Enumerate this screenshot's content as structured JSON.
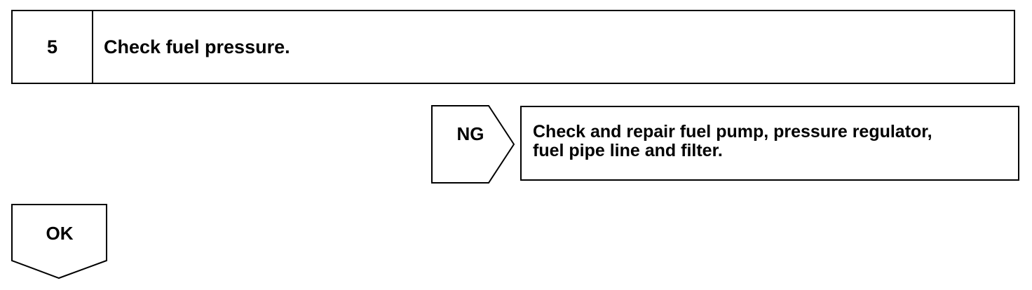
{
  "step": {
    "number": "5",
    "title": "Check fuel pressure."
  },
  "ng_branch": {
    "label": "NG",
    "result_line1": "Check and repair fuel pump, pressure regulator,",
    "result_line2": "fuel pipe line and filter."
  },
  "ok_branch": {
    "label": "OK"
  }
}
